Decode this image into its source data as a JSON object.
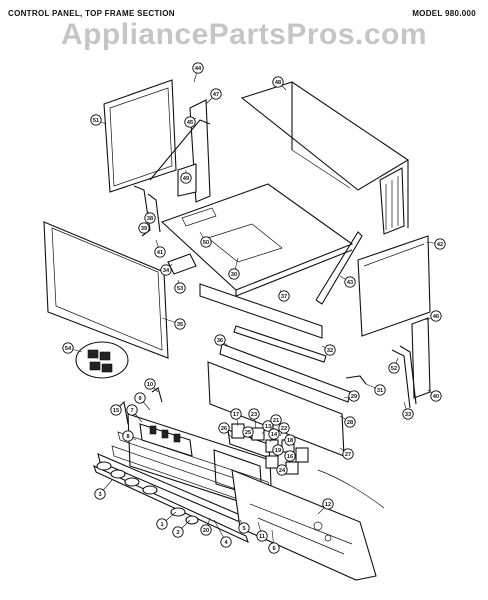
{
  "header": {
    "title": "CONTROL PANEL, TOP FRAME SECTION",
    "model": "MODEL 980.000"
  },
  "watermark": "AppliancePartsPros.com",
  "callouts": [
    "1",
    "2",
    "3",
    "4",
    "5",
    "6",
    "7",
    "8",
    "9",
    "10",
    "11",
    "12",
    "13",
    "14",
    "15",
    "16",
    "17",
    "18",
    "19",
    "20",
    "21",
    "22",
    "23",
    "24",
    "25",
    "26",
    "27",
    "28",
    "29",
    "30",
    "31",
    "32",
    "33",
    "34",
    "35",
    "36",
    "37",
    "38",
    "39",
    "40",
    "41",
    "42",
    "43",
    "44",
    "45",
    "46",
    "47",
    "48",
    "49",
    "50",
    "51",
    "52",
    "53",
    "54"
  ]
}
